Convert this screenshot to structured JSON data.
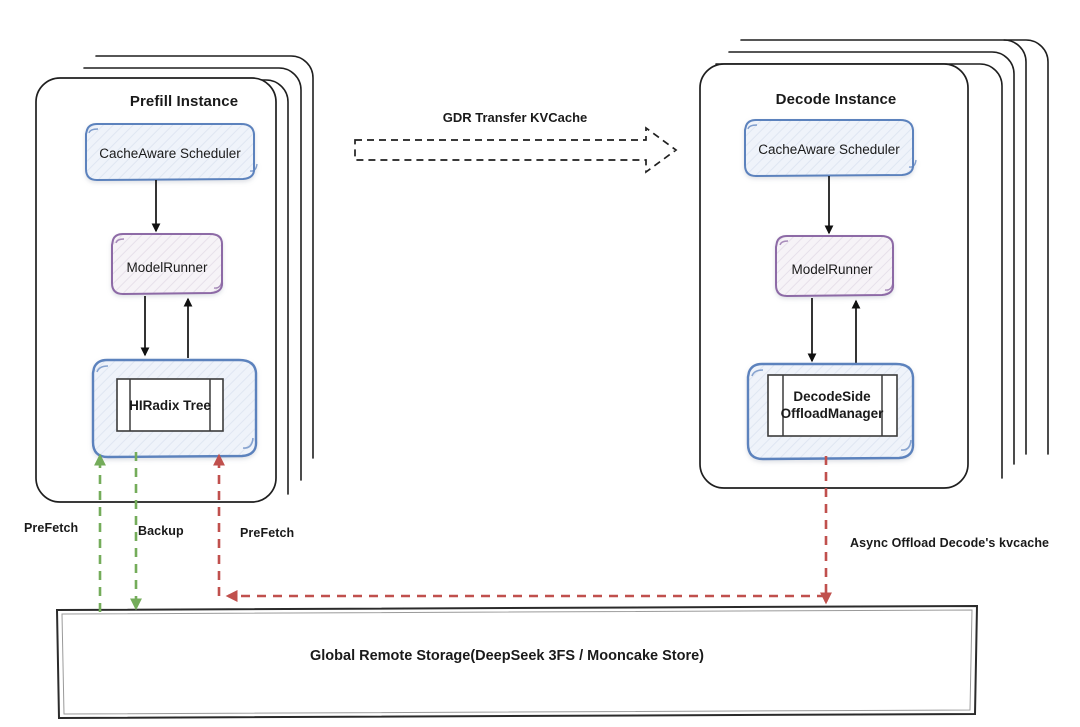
{
  "diagram": {
    "title": "Prefill / Decode disaggregated KVCache architecture",
    "colors": {
      "outline": "#1f1f1f",
      "blue_stroke": "#5b82bd",
      "blue_fill": "#eef2f9",
      "purple_stroke": "#8d6aa6",
      "purple_fill": "#f4f1f6",
      "green_dash": "#74ac5a",
      "red_dash": "#c0504d",
      "text": "#1a1a1a",
      "white": "#ffffff"
    }
  },
  "prefill": {
    "title": "Prefill Instance",
    "stack_count": 3,
    "nodes": [
      {
        "id": "scheduler",
        "label": "CacheAware Scheduler",
        "shape": "rounded-sketch",
        "style": "blue"
      },
      {
        "id": "modelrunner",
        "label": "ModelRunner",
        "shape": "rounded-sketch",
        "style": "purple"
      },
      {
        "id": "hiradix",
        "label": "HIRadix Tree",
        "shape": "rounded-sketch-process",
        "style": "blue"
      }
    ]
  },
  "decode": {
    "title": "Decode Instance",
    "stack_count": 3,
    "nodes": [
      {
        "id": "scheduler",
        "label": "CacheAware Scheduler",
        "shape": "rounded-sketch",
        "style": "blue"
      },
      {
        "id": "modelrunner",
        "label": "ModelRunner",
        "shape": "rounded-sketch",
        "style": "purple"
      },
      {
        "id": "offload",
        "label": "DecodeSide\nOffloadManager",
        "label_line1": "DecodeSide",
        "label_line2": "OffloadManager",
        "shape": "rounded-sketch-process",
        "style": "blue"
      }
    ]
  },
  "storage": {
    "label": "Global Remote Storage(DeepSeek 3FS / Mooncake Store)",
    "shape": "cylinder-parallelogram"
  },
  "connectors": {
    "gdr": {
      "label": "GDR Transfer KVCache",
      "style": "dashed-block-arrow",
      "direction": "right",
      "from": "prefill",
      "to": "decode"
    },
    "prefill_internal": [
      {
        "from": "scheduler",
        "to": "modelrunner",
        "direction": "down",
        "style": "solid-black"
      },
      {
        "from": "modelrunner",
        "to": "hiradix",
        "direction": "down",
        "style": "solid-black"
      },
      {
        "from": "hiradix",
        "to": "modelrunner",
        "direction": "up",
        "style": "solid-black"
      }
    ],
    "decode_internal": [
      {
        "from": "scheduler",
        "to": "modelrunner",
        "direction": "down",
        "style": "solid-black"
      },
      {
        "from": "modelrunner",
        "to": "offload",
        "direction": "down",
        "style": "solid-black"
      },
      {
        "from": "offload",
        "to": "modelrunner",
        "direction": "up",
        "style": "solid-black"
      }
    ],
    "storage_links": [
      {
        "id": "prefetch-green",
        "label": "PreFetch",
        "color": "green",
        "direction": "up",
        "from": "storage",
        "to": "hiradix"
      },
      {
        "id": "backup-green",
        "label": "Backup",
        "color": "green",
        "direction": "down",
        "from": "hiradix",
        "to": "storage"
      },
      {
        "id": "prefetch-red",
        "label": "PreFetch",
        "color": "red",
        "direction": "up",
        "from": "storage",
        "to": "hiradix"
      },
      {
        "id": "async-offload-red",
        "label": "Async Offload Decode's kvcache",
        "color": "red",
        "direction": "down",
        "from": "offload",
        "to": "storage"
      }
    ]
  }
}
